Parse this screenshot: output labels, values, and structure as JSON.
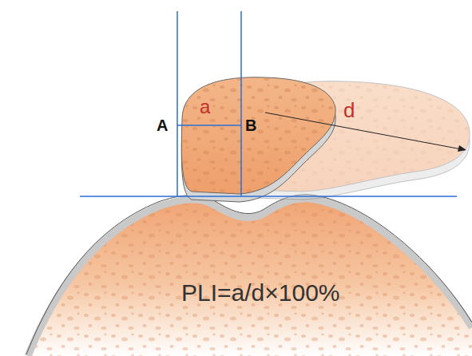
{
  "diagram": {
    "labels": [
      "A",
      "B",
      "a",
      "d",
      "PLI=a/d×100%"
    ]
  }
}
